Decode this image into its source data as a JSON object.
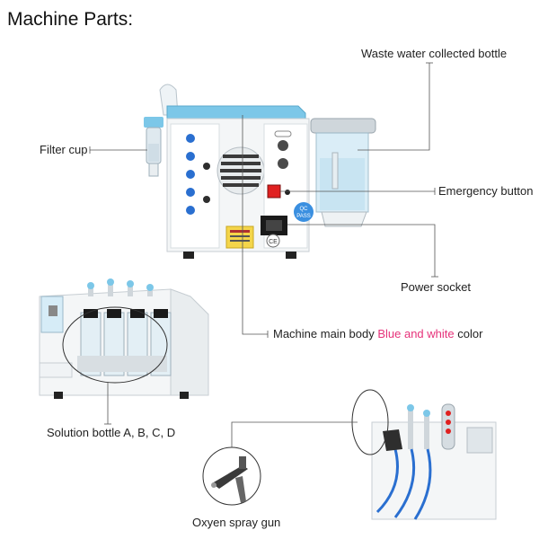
{
  "heading": "Machine Parts:",
  "labels": {
    "waste_bottle": "Waste water collected bottle",
    "filter_cup": "Filter cup",
    "emergency_button": "Emergency button",
    "power_socket": "Power socket",
    "main_body_prefix": "Machine main body ",
    "main_body_highlight": "Blue and white",
    "main_body_suffix": " color",
    "solution_bottle": "Solution bottle A, B, C, D",
    "spray_gun": "Oxyen spray gun"
  },
  "device_marks": {
    "qc_badge_line1": "QC",
    "qc_badge_line2": "PASS",
    "ce_mark": "CE"
  },
  "colors": {
    "highlight": "#e6327a",
    "accent_blue": "#7cc7e8",
    "callout_line": "#555555"
  }
}
